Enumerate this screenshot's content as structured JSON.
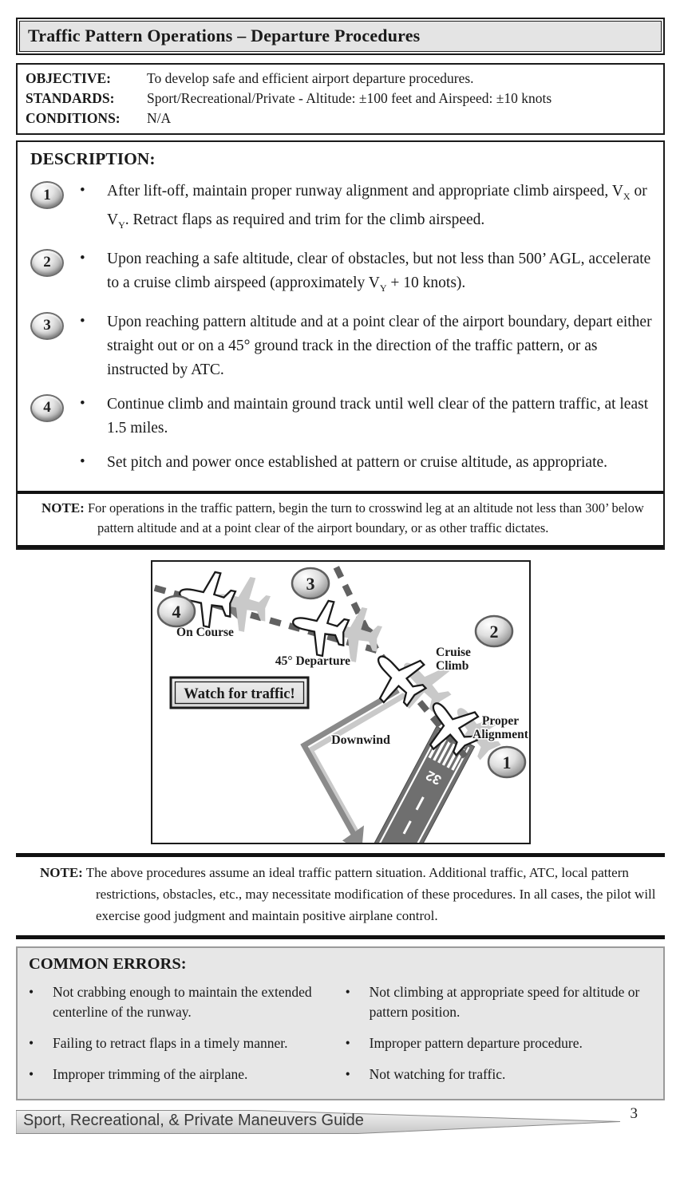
{
  "title": "Traffic Pattern Operations – Departure Procedures",
  "glyphs": {
    "bullet": "•"
  },
  "info": {
    "rows": [
      {
        "label": "OBJECTIVE:",
        "value": "To develop safe and efficient airport departure procedures."
      },
      {
        "label": "STANDARDS:",
        "value": "Sport/Recreational/Private - Altitude:  ±100 feet and Airspeed:  ±10 knots"
      },
      {
        "label": "CONDITIONS:",
        "value": "N/A"
      }
    ]
  },
  "description": {
    "heading": "DESCRIPTION:",
    "items": [
      {
        "badge": "1",
        "parts": {
          "a": "After lift-off, maintain proper runway alignment and appropriate climb airspeed, V",
          "sub1": "X",
          "b": " or V",
          "sub2": "Y",
          "c": ".  Retract flaps as required and trim for the climb airspeed."
        }
      },
      {
        "badge": "2",
        "parts": {
          "a": "Upon reaching a safe altitude, clear of obstacles, but not less than 500’ AGL, accelerate to a cruise climb airspeed (approximately V",
          "sub1": "Y",
          "b": " + 10 knots)."
        }
      },
      {
        "badge": "3",
        "text": "Upon reaching pattern altitude and at a point clear of the airport boundary, depart either straight out or on a 45° ground track in the direction of the traffic pattern, or as instructed by ATC."
      },
      {
        "badge": "4",
        "text": "Continue climb and maintain ground track until well clear of the pattern traffic, at least 1.5 miles."
      },
      {
        "badge": "",
        "text": "Set pitch and power once established at pattern or cruise altitude, as appropriate."
      }
    ],
    "note_label": "NOTE:",
    "note_text": "For operations in the traffic pattern, begin the turn to crosswind leg at an altitude not less than 300’ below pattern altitude and at a point clear of the airport boundary, or as other traffic dictates."
  },
  "diagram": {
    "badges": {
      "b1": "1",
      "b2": "2",
      "b3": "3",
      "b4": "4"
    },
    "labels": {
      "on_course": "On Course",
      "departure_45": "45° Departure",
      "cruise_line1": "Cruise",
      "cruise_line2": "Climb",
      "proper_line1": "Proper",
      "proper_line2": "Alignment",
      "downwind": "Downwind",
      "watch": "Watch for traffic!",
      "runway_number": "32"
    }
  },
  "note2": {
    "label": "NOTE:",
    "text": "The above procedures assume an ideal traffic pattern situation.  Additional traffic, ATC, local pattern restrictions, obstacles, etc., may necessitate modification of these procedures.  In all cases, the pilot will exercise good judgment and maintain positive airplane control."
  },
  "common_errors": {
    "heading": "COMMON ERRORS:",
    "left": [
      "Not crabbing enough to maintain the extended centerline of the runway.",
      "Failing to retract flaps in a timely manner.",
      "Improper trimming of the airplane."
    ],
    "right": [
      "Not climbing at appropriate speed for altitude or pattern position.",
      "Improper pattern departure procedure.",
      "Not watching for traffic."
    ]
  },
  "footer": {
    "text": "Sport, Recreational, & Private Maneuvers Guide",
    "page_number": "3"
  }
}
